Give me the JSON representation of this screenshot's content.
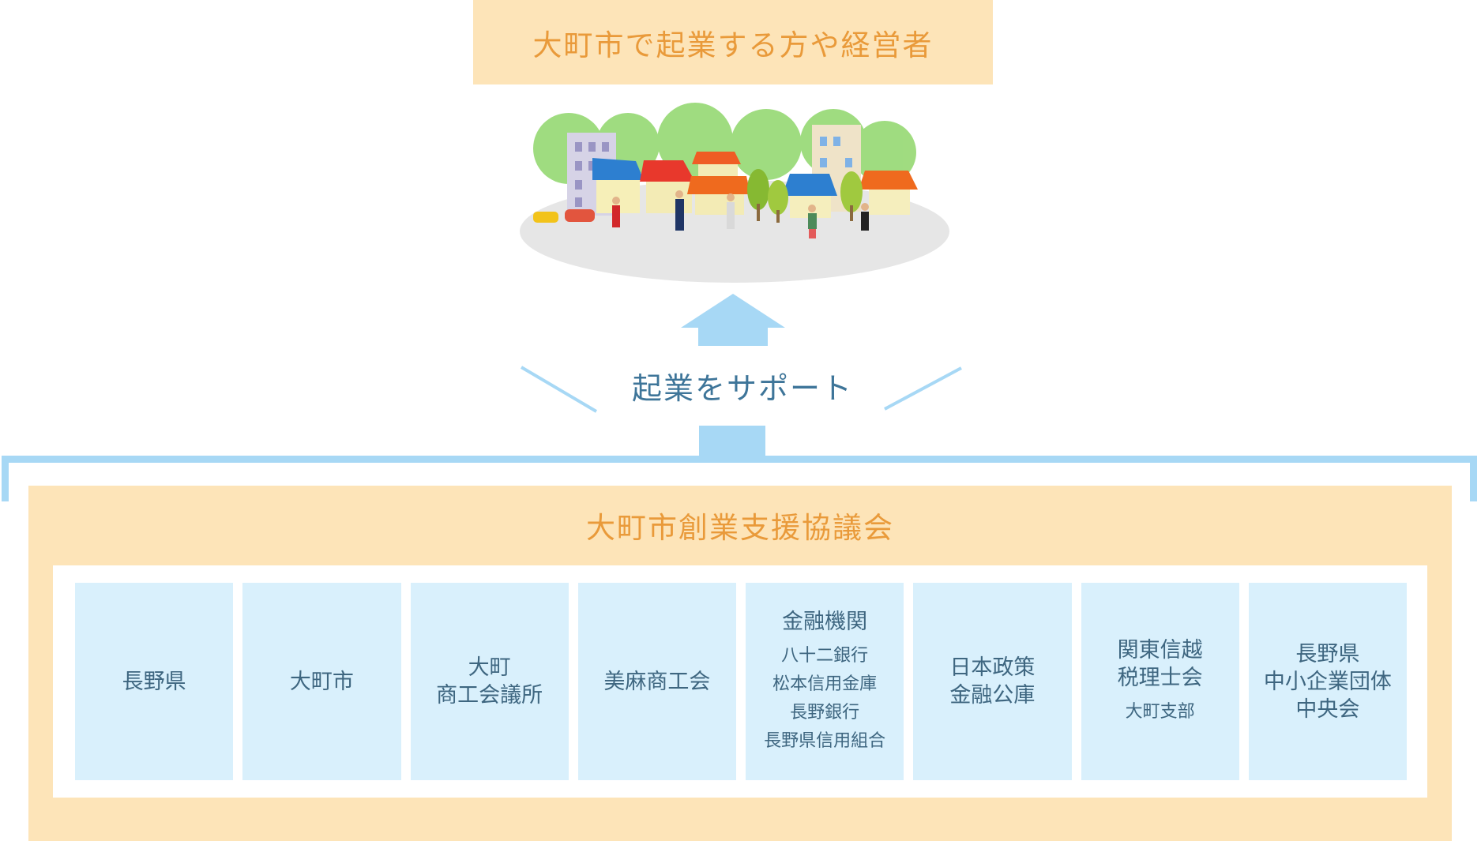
{
  "header": {
    "title": "大町市で起業する方や経営者"
  },
  "support": {
    "label": "起業をサポート"
  },
  "council": {
    "title": "大町市創業支援協議会"
  },
  "members": [
    {
      "name": "長野県",
      "sub": ""
    },
    {
      "name": "大町市",
      "sub": ""
    },
    {
      "name": "大町\n商工会議所",
      "sub": ""
    },
    {
      "name": "美麻商工会",
      "sub": ""
    },
    {
      "name": "金融機関",
      "sub": "八十二銀行\n松本信用金庫\n長野銀行\n長野県信用組合"
    },
    {
      "name": "日本政策\n金融公庫",
      "sub": ""
    },
    {
      "name": "関東信越\n税理士会",
      "sub": "大町支部"
    },
    {
      "name": "長野県\n中小企業団体\n中央会",
      "sub": ""
    }
  ],
  "colors": {
    "orange_bg": "#fde4b8",
    "orange_text": "#e99a3a",
    "blue_accent": "#a7d8f5",
    "blue_box": "#d9f0fc",
    "blue_text": "#3e6680"
  },
  "icons": [
    "town-illustration",
    "arrow-up-icon"
  ]
}
